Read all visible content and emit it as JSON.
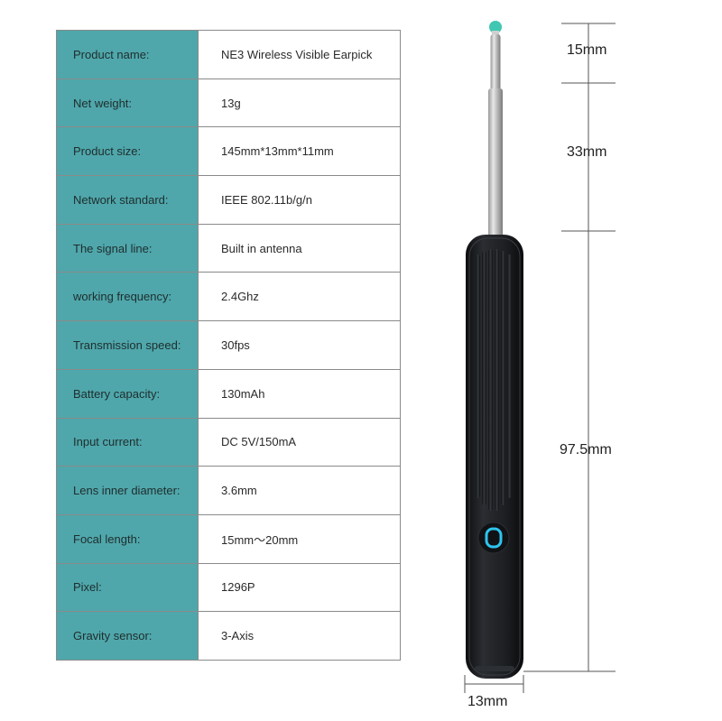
{
  "specs": [
    {
      "label": "Product name:",
      "value": "NE3 Wireless Visible Earpick"
    },
    {
      "label": "Net weight:",
      "value": "13g"
    },
    {
      "label": "Product size:",
      "value": "145mm*13mm*11mm"
    },
    {
      "label": "Network standard:",
      "value": "IEEE 802.11b/g/n"
    },
    {
      "label": "The signal line:",
      "value": "Built in antenna"
    },
    {
      "label": "working frequency:",
      "value": "2.4Ghz"
    },
    {
      "label": "Transmission speed:",
      "value": "30fps"
    },
    {
      "label": "Battery capacity:",
      "value": "130mAh"
    },
    {
      "label": "Input current:",
      "value": "DC 5V/150mA"
    },
    {
      "label": "Lens inner diameter:",
      "value": "3.6mm"
    },
    {
      "label": "Focal length:",
      "value": "15mm～20mm"
    },
    {
      "label": "Pixel:",
      "value": "1296P"
    },
    {
      "label": "Gravity sensor:",
      "value": "3-Axis"
    }
  ],
  "dimensions": {
    "tip_length": "15mm",
    "shaft_length": "33mm",
    "body_length": "97.5mm",
    "width": "13mm"
  },
  "colors": {
    "label_bg": "#4fa7ab",
    "tip": "#3fc7b2",
    "button_glow": "#2ec4f0",
    "body": "#1a1c1f"
  }
}
